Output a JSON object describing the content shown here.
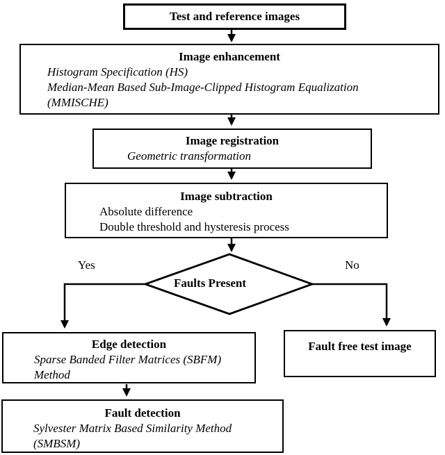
{
  "colors": {
    "ink": "#000000",
    "paper": "#ffffff"
  },
  "flow": {
    "test_reference": {
      "title": "Test and reference images"
    },
    "enhancement": {
      "title": "Image enhancement",
      "lines": [
        "Histogram Specification (HS)",
        "Median-Mean Based Sub-Image-Clipped Histogram Equalization",
        "(MMISCHE)"
      ]
    },
    "registration": {
      "title": "Image registration",
      "lines": [
        "Geometric transformation"
      ]
    },
    "subtraction": {
      "title": "Image subtraction",
      "lines": [
        "Absolute difference",
        "Double threshold and hysteresis process"
      ]
    },
    "decision": {
      "title": "Faults Present",
      "yes_label": "Yes",
      "no_label": "No"
    },
    "edge_detection": {
      "title": "Edge detection",
      "lines": [
        "Sparse Banded Filter Matrices (SBFM)",
        "Method"
      ]
    },
    "fault_free": {
      "title": "Fault free test image"
    },
    "fault_detection": {
      "title": "Fault detection",
      "lines": [
        "Sylvester Matrix Based Similarity Method",
        "(SMBSM)"
      ]
    }
  }
}
